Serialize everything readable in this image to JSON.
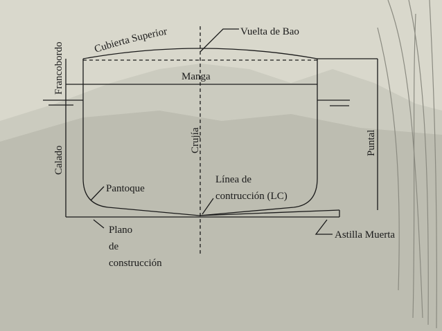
{
  "labels": {
    "cubierta_superior": "Cubierta Superior",
    "vuelta_de_bao": "Vuelta de Bao",
    "francobordo": "Francobordo",
    "manga": "Manga",
    "crujia": "Crujía",
    "calado": "Calado",
    "puntal": "Puntal",
    "pantoque": "Pantoque",
    "linea_de": "Línea de",
    "contruccion_lc": "contrucción (LC)",
    "plano": "Plano",
    "de": "de",
    "construccion": "construcción",
    "astilla_muerta": "Astilla Muerta"
  },
  "colors": {
    "background": "#d9d8cc",
    "mountain_far": "#cbcbbf",
    "mountain_near": "#bdbdb1",
    "ink": "#1a1a1a",
    "willow": "#8a8a80"
  }
}
